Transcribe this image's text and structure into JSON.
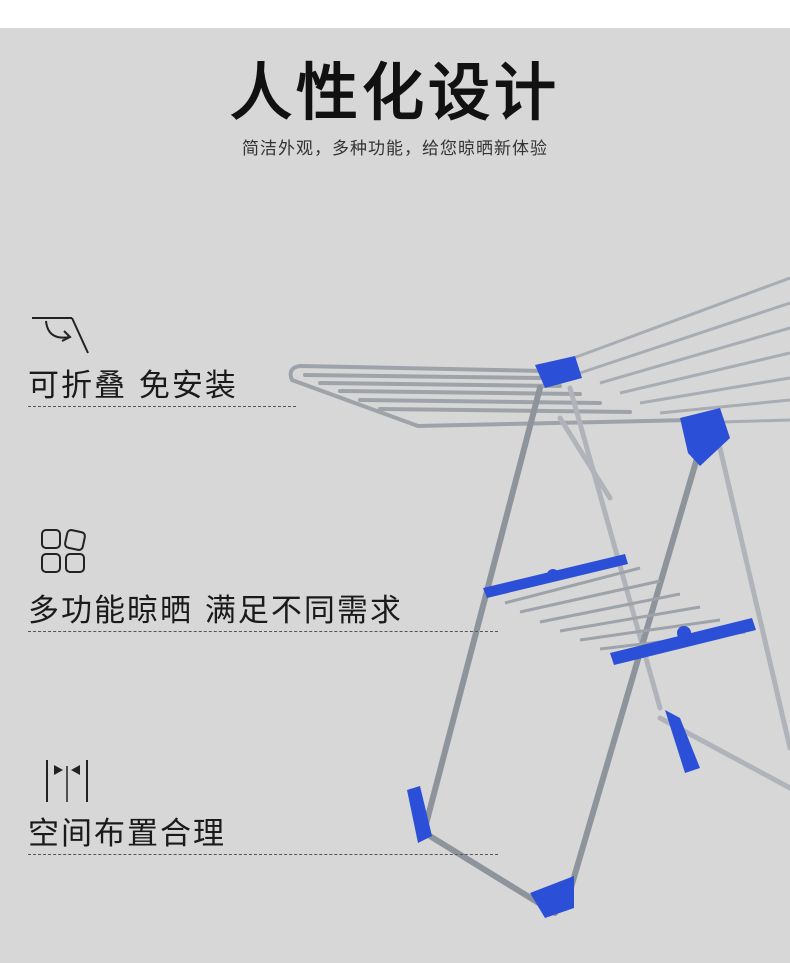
{
  "header": {
    "title": "人性化设计",
    "subtitle": "简洁外观，多种功能，给您晾晒新体验"
  },
  "features": [
    {
      "label": "可折叠 免安装",
      "icon": "fold-icon"
    },
    {
      "label": "多功能晾晒  满足不同需求",
      "icon": "grid-icon"
    },
    {
      "label": "空间布置合理",
      "icon": "spacing-icon"
    }
  ],
  "colors": {
    "background": "#d7d7d7",
    "accent": "#2b4fd6",
    "steel": "#b8bcc2",
    "text": "#1a1a1a"
  },
  "product": {
    "icon": "drying-rack-image"
  }
}
